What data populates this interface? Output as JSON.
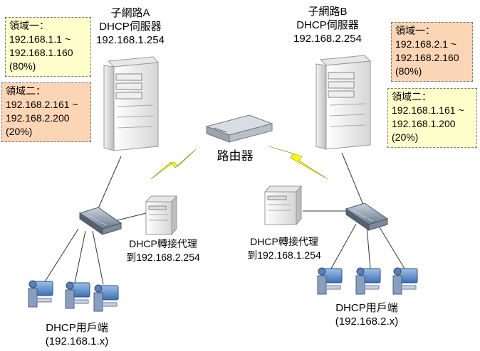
{
  "server_a": {
    "name": "子網路A",
    "role": "DHCP伺服器",
    "ip": "192.168.1.254",
    "scope1": {
      "title": "領域一：",
      "start": "192.168.1.1 ~",
      "end": "192.168.1.160",
      "ratio": "(80%)"
    },
    "scope2": {
      "title": "領域二：",
      "start": "192.168.2.161 ~",
      "end": "192.168.2.200",
      "ratio": "(20%)"
    }
  },
  "server_b": {
    "name": "子網路B",
    "role": "DHCP伺服器",
    "ip": "192.168.2.254",
    "scope1": {
      "title": "領域一：",
      "start": "192.168.2.1 ~",
      "end": "192.168.2.160",
      "ratio": "(80%)"
    },
    "scope2": {
      "title": "領域二：",
      "start": "192.168.1.161 ~",
      "end": "192.168.1.200",
      "ratio": "(20%)"
    }
  },
  "router": {
    "label": "路由器"
  },
  "relay_a": {
    "line1": "DHCP轉接代理",
    "line2": "到192.168.2.254"
  },
  "relay_b": {
    "line1": "DHCP轉接代理",
    "line2": "到192.168.1.254"
  },
  "clients_a": {
    "line1": "DHCP用戶端",
    "line2": "(192.168.1.x)"
  },
  "clients_b": {
    "line1": "DHCP用戶端",
    "line2": "(192.168.2.x)"
  },
  "colors": {
    "scope_yellow": "#ffffcc",
    "scope_orange": "#fbd5b5",
    "lightning": "#ffff00"
  }
}
